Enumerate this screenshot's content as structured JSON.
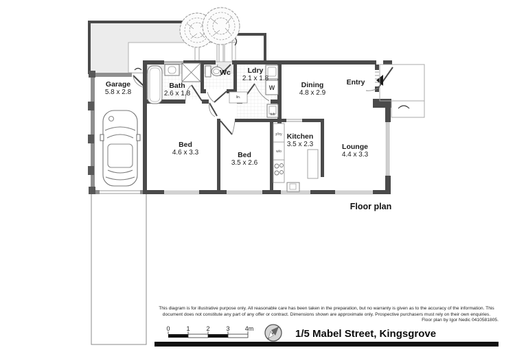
{
  "meta": {
    "floor_plan_label": "Floor plan",
    "address": "1/5 Mabel Street, Kingsgrove"
  },
  "rooms": [
    {
      "key": "garage",
      "name": "Garage",
      "dims": "5.8 x 2.8"
    },
    {
      "key": "bath",
      "name": "Bath",
      "dims": "2.6 x 1.8"
    },
    {
      "key": "wc",
      "name": "Wc",
      "dims": ""
    },
    {
      "key": "ldry",
      "name": "Ldry",
      "dims": "2.1 x 1.8"
    },
    {
      "key": "dining",
      "name": "Dining",
      "dims": "4.8 x 2.9"
    },
    {
      "key": "entry",
      "name": "Entry",
      "dims": ""
    },
    {
      "key": "bed1",
      "name": "Bed",
      "dims": "4.6 x 3.3"
    },
    {
      "key": "bed2",
      "name": "Bed",
      "dims": "3.5 x 2.6"
    },
    {
      "key": "kitchen",
      "name": "Kitchen",
      "dims": "3.5 x 2.3"
    },
    {
      "key": "lounge",
      "name": "Lounge",
      "dims": "4.4 x 3.3"
    }
  ],
  "fixtures": {
    "pantry": "p'try",
    "wall_oven": "w/o",
    "linen": "lin.",
    "laundry_tub": "tub",
    "washer": "W"
  },
  "scale_bar": {
    "ticks": [
      "0",
      "1",
      "2",
      "3",
      "4m"
    ]
  },
  "disclaimer": {
    "line1": "This diagram is for illustrative purpose only. All reasonable care has been taken in the preparation, but no warranty is given as to the accuracy of the information. This",
    "line2": "document does not constitute any part of any offer or contract. Dimensions shown are approximate only. Prospective purchasers must rely on their own enquiries.",
    "line3": "Floor plan by Igor Nedic 0410581805."
  },
  "colors": {
    "wall": "#4a4a4a",
    "garage_wall": "#8f8f8f",
    "yard_fill": "#ececec",
    "thin_line": "#999999",
    "bar": "#101010"
  }
}
